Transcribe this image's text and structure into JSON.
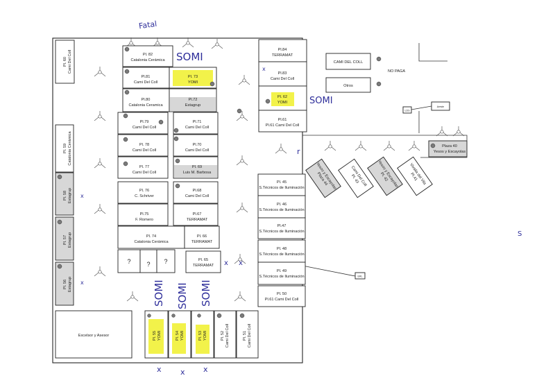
{
  "plots": {
    "p82": [
      "Pl. 82",
      "Catalonia Cerámica"
    ],
    "p81": [
      "Pl.81",
      "Cami Del Coll"
    ],
    "p73": [
      "Pl. 73",
      "YOMI"
    ],
    "p80": [
      "Pl.80",
      "Catalonia Ceramica"
    ],
    "p72": [
      "Pl.72",
      "Estagrup"
    ],
    "p79": [
      "Pl.79",
      "Cami Del Coll"
    ],
    "p71": [
      "Pl.71",
      "Cami Del Coll"
    ],
    "p78": [
      "Pl. 78",
      "Cami Del Coll"
    ],
    "p70": [
      "Pl.70",
      "Cami Del Coll"
    ],
    "p77": [
      "Pl. 77",
      "Cami Del Coll"
    ],
    "p69": [
      "Pl. 69",
      "Luis M. Barbosa"
    ],
    "p76": [
      "Pl. 76",
      "C. Schriver"
    ],
    "p68": [
      "Pl.68",
      "Cami Del Coll"
    ],
    "p75": [
      "Pl.75",
      "F. Romero"
    ],
    "p67": [
      "Pl.67",
      "TERRAMAT"
    ],
    "p74": [
      "Pl. 74",
      "Catalonia Cerámica"
    ],
    "p66": [
      "Pl. 66",
      "TERRAMAT"
    ],
    "p65": [
      "Pl. 65",
      "TERRAMAT"
    ],
    "p84": [
      "Pl.84",
      "TERRAMAT"
    ],
    "p83": [
      "Pl.83",
      "Cami Del Coll"
    ],
    "p62": [
      "Pl. 62",
      "YOMI"
    ],
    "p61": [
      "Pl.61",
      "Pl.61 Cami Del Coll"
    ],
    "p60": [
      "Pl. 60",
      "Cami Del Coll"
    ],
    "p59": [
      "Pl. 59",
      "Catalonia Cerámica"
    ],
    "p58": [
      "Pl. 58",
      "Estagrup"
    ],
    "p57": [
      "Pl. 57",
      "Estagrup"
    ],
    "p56": [
      "Pl. 56",
      "Estagrup"
    ],
    "p45": [
      "Pl. 45",
      "S.Técnicos de Iluminación"
    ],
    "p46": [
      "Pl. 46",
      "S.Técnicos de Iluminación"
    ],
    "p47": [
      "Pl.47",
      "S.Técnicos de Iluminación"
    ],
    "p48": [
      "Pl. 48",
      "S.Técnicos de Iluminación"
    ],
    "p49": [
      "Pl. 49",
      "S.Técnicos de Iluminación"
    ],
    "p50": [
      "Pl. 50",
      "Pl.61 Cami Del Coll"
    ],
    "p40": [
      "Plaza 40",
      "Yesos y Escayolas"
    ],
    "p44": [
      "Plaza 44",
      "Yesos y Escayolas"
    ],
    "p43": [
      "Pl. 43",
      "Cami Del Coll"
    ],
    "p42": [
      "Pl. 42",
      "Yesos y Escayolas"
    ],
    "p41": [
      "Pl.41",
      "Vivalia del Vila"
    ],
    "p55": [
      "Pl. 55",
      "YOMI"
    ],
    "p54": [
      "Pl. 54",
      "YOMI"
    ],
    "p53": [
      "Pl. 53",
      "YOMI"
    ],
    "p52": [
      "Pl. 52",
      "Cami Del Coll"
    ],
    "p51": [
      "Pl. 51",
      "Cami Del Coll"
    ]
  },
  "labels": {
    "cami_del_coll": "CAMI DEL COLL",
    "no_paga": "NO PAGA",
    "otros": "Otros",
    "excelsor": "Excelsor y Asesor",
    "unknown": "?",
    "small_box_1": "LDS",
    "small_box_2": "Areste",
    "small_box_3": "ERL"
  },
  "handwriting": {
    "top": "Fatal",
    "somi": "SOMI",
    "x": "x",
    "r": "r",
    "s": "S"
  },
  "colors": {
    "highlight": "#f2f24a",
    "ink": "#2e2e9a",
    "shade": "#d7d7d7"
  }
}
